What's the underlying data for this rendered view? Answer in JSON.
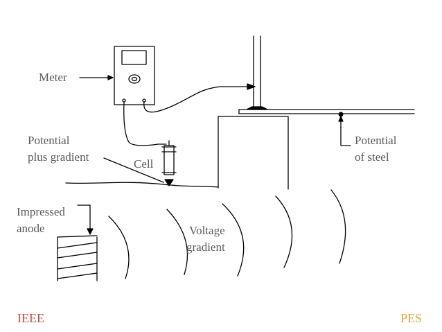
{
  "labels": {
    "meter": "Meter",
    "potential_plus_gradient_1": "Potential",
    "potential_plus_gradient_2": "plus gradient",
    "cell": "Cell",
    "potential_of_steel_1": "Potential",
    "potential_of_steel_2": "of steel",
    "impressed_anode_1": "Impressed",
    "impressed_anode_2": "anode",
    "voltage_gradient_1": "Voltage",
    "voltage_gradient_2": "gradient"
  },
  "footer": {
    "left": "IEEE",
    "right": "PES"
  },
  "colors": {
    "line": "#000000",
    "label_text": "#595959",
    "footer_left": "#c0504d",
    "footer_right": "#e3a73b"
  }
}
